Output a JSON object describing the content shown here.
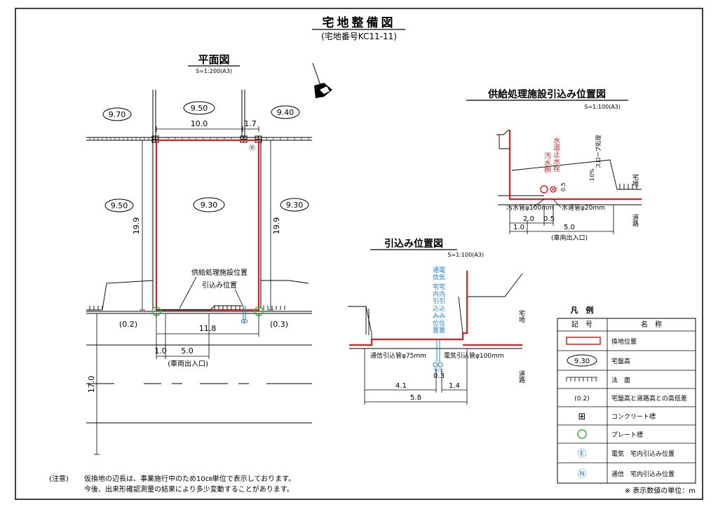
{
  "title": "宅地整備図",
  "subtitle": "(宅地番号KC11-11)",
  "plan": {
    "heading": "平面図",
    "scale": "S=1:200(A3)",
    "ovals": [
      "9.70",
      "9.50",
      "9.40",
      "9.50",
      "9.30",
      "9.30"
    ],
    "dim_top_left": "10.0",
    "dim_top_right": "1.7",
    "dim_left": "19.9",
    "dim_right": "19.9",
    "dim_bottom": "11.8",
    "height_left": "(0.2)",
    "height_right": "(0.3)",
    "dim_entry_1": "1.0",
    "dim_entry_2": "5.0",
    "entry_label": "(車両出入口)",
    "road_width": "17.0",
    "label_facility": "供給処理施設位置",
    "label_lead": "引込み位置",
    "marker_n": "Ⓝ",
    "marker_n_small": "⑪"
  },
  "supply": {
    "heading": "供給処理施設引込み位置図",
    "scale": "S=1:100(A3)",
    "label_water_stop": "水道止水栓",
    "label_sewer_box": "汚水桝",
    "slope_label": "10%\nスロープ処理",
    "site_label": "宅地",
    "road_label": "道路",
    "sewer_pipe": "汚水管φ100mm",
    "water_pipe": "水道管φ20mm",
    "dim_05v": "0.5",
    "dim_20": "2.0",
    "dim_05": "0.5",
    "dim_10": "1.0",
    "dim_50": "5.0",
    "entry_label": "(車両出入口)"
  },
  "lead_in": {
    "heading": "引込み位置図",
    "scale": "S=1:100(A3)",
    "label_telecom_top": "通電\n信気",
    "label_lead_vert": "宅宅\n内内\n引引\n込込\nみみ\n位位\n置置",
    "site_label": "宅地",
    "road_label": "道路",
    "telecom_pipe": "通信引込管φ75mm",
    "electric_pipe": "電気引込管φ100mm",
    "marker_ne": "ⓃⒺ",
    "dim_03": "0.3",
    "dim_41": "4.1",
    "dim_14": "1.4",
    "dim_58": "5.8"
  },
  "legend": {
    "title": "凡　例",
    "col_symbol": "記　号",
    "col_name": "名　称",
    "rows": [
      {
        "symbol": "",
        "name": "換地位置"
      },
      {
        "symbol": "9.30",
        "name": "宅盤高"
      },
      {
        "symbol": "",
        "name": "法　面"
      },
      {
        "symbol": "(0.2)",
        "name": "宅盤高と道路高との高低差"
      },
      {
        "symbol": "⊞",
        "name": "コンクリート標"
      },
      {
        "symbol": "○",
        "name": "プレート標"
      },
      {
        "symbol": "Ⓔ",
        "name": "電気　宅内引込み位置"
      },
      {
        "symbol": "Ⓝ",
        "name": "通信　宅内引込み位置"
      }
    ],
    "unit_note": "※ 表示数値の単位：m"
  },
  "notes": {
    "label": "(注意)",
    "line1": "仮換地の辺長は、事業施行中のため10㎝単位で表示しております。",
    "line2": "今後、出来形確認測量の結果により多少変動することがあります。"
  },
  "colors": {
    "red": "#e02020",
    "blue": "#1a7fd8",
    "green": "#33bb33",
    "black": "#000000"
  }
}
